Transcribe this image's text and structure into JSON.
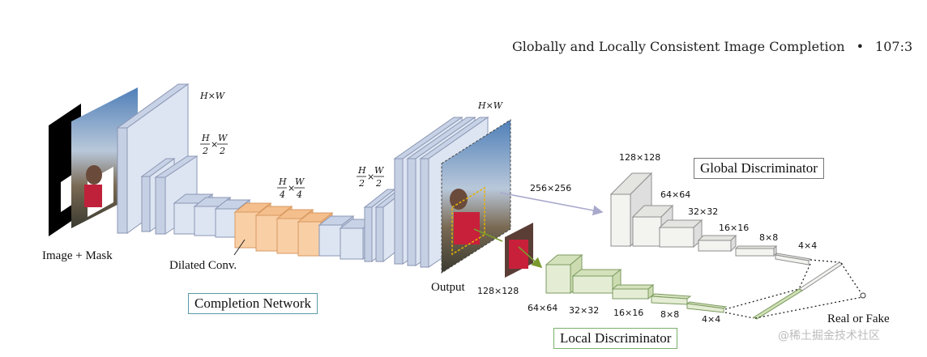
{
  "header": {
    "title": "Globally and Locally Consistent Image Completion",
    "bullet": "•",
    "page_ref": "107:3"
  },
  "figure": {
    "input_label": "Image + Mask",
    "dilated_label": "Dilated Conv.",
    "output_label": "Output",
    "completion_network": "Completion Network",
    "global_discriminator": "Global Discriminator",
    "local_discriminator": "Local Discriminator",
    "real_or_fake": "Real or Fake",
    "global_input_size": "256×256",
    "local_input_size": "128×128",
    "completion_dims": {
      "hw": "H×W",
      "h": "H",
      "w": "W",
      "times": "×",
      "half": "2",
      "quarter": "4",
      "output_hw": "H×W"
    },
    "global_layers": [
      "128×128",
      "64×64",
      "32×32",
      "16×16",
      "8×8",
      "4×4"
    ],
    "local_layers": [
      "64×64",
      "32×32",
      "16×16",
      "8×8",
      "4×4"
    ]
  },
  "colors": {
    "encoder_blue": "#dde5f2",
    "dilated_orange": "#f9cfa6",
    "global_gray": "#f3f3f0",
    "local_green": "#e4edd4",
    "global_arrow": "#a9a9cc",
    "local_arrow": "#7b9a2e"
  },
  "watermark": "@稀土掘金技术社区"
}
